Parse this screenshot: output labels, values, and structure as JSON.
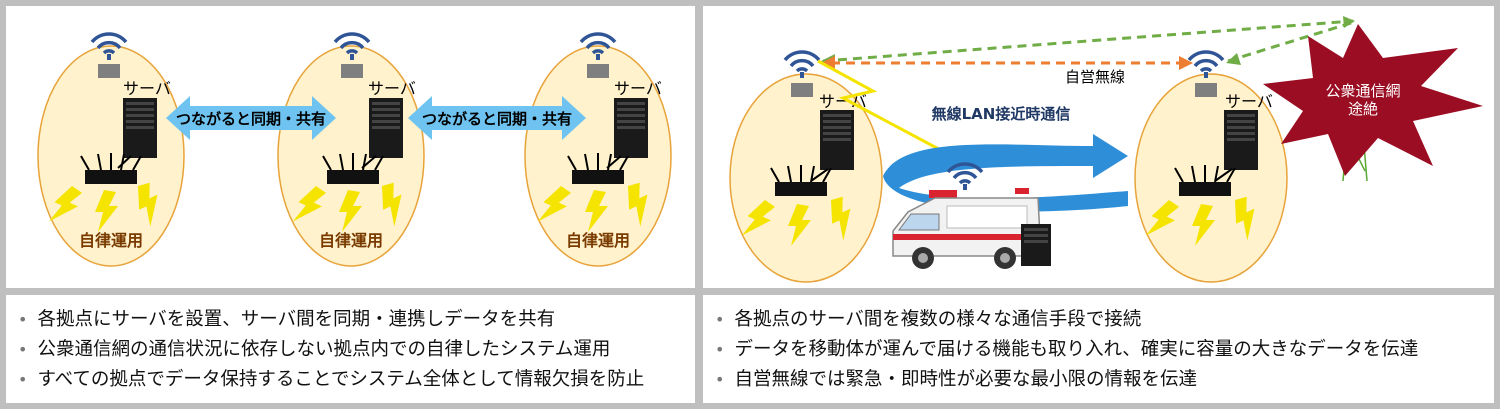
{
  "left_diagram": {
    "server_label": "サーバ",
    "autonomous_label": "自律運用",
    "sync_arrow_label": "つながると同期・共有"
  },
  "right_diagram": {
    "server_label": "サーバ",
    "wireless_lan_label": "無線LAN接近時通信",
    "private_radio_label": "自営無線",
    "outage_line1": "公衆通信網",
    "outage_line2": "途絶"
  },
  "bullets_left": [
    "各拠点にサーバを設置、サーバ間を同期・連携しデータを共有",
    "公衆通信網の通信状況に依存しない拠点内での自律したシステム運用",
    "すべての拠点でデータ保持することでシステム全体として情報欠損を防止"
  ],
  "bullets_right": [
    "各拠点のサーバ間を複数の様々な通信手段で接続",
    "データを移動体が運んで届ける機能も取り入れ、確実に容量の大きなデータを伝達",
    "自営無線では緊急・即時性が必要な最小限の情報を伝達"
  ],
  "colors": {
    "ellipse_fill": "#fff2cc",
    "ellipse_stroke": "#e8a33a",
    "sync_arrow": "#6ec3f0",
    "flow_arrow": "#2e8fd8",
    "bolt": "#f5e400",
    "outage_star": "#9b0d22",
    "green_dashed": "#70ad47",
    "orange_dashed": "#ed7d31",
    "wifi": "#2f5597",
    "autonomous_text": "#7a3b00"
  }
}
